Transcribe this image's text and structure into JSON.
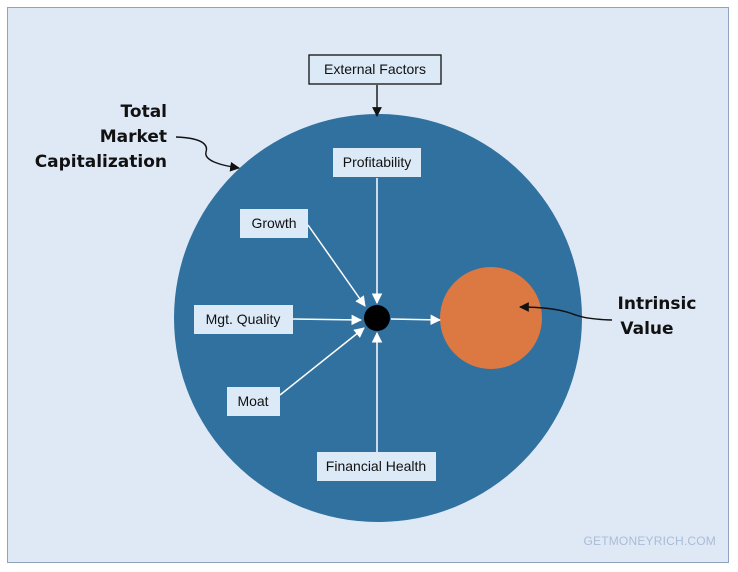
{
  "diagram": {
    "external_factors": "External Factors",
    "factors": {
      "profitability": "Profitability",
      "growth": "Growth",
      "mgt_quality": "Mgt. Quality",
      "moat": "Moat",
      "financial_health": "Financial Health"
    },
    "total_market_cap": {
      "line1": "Total",
      "line2": "Market",
      "line3": "Capitalization"
    },
    "intrinsic_value": {
      "line1": "Intrinsic",
      "line2": "Value"
    },
    "watermark": "GETMONEYRICH.COM"
  },
  "colors": {
    "background": "#dfe9f6",
    "market_circle": "#31719f",
    "intrinsic_circle": "#dc7842",
    "factor_box": "#dce9f7",
    "hub": "#000000"
  }
}
